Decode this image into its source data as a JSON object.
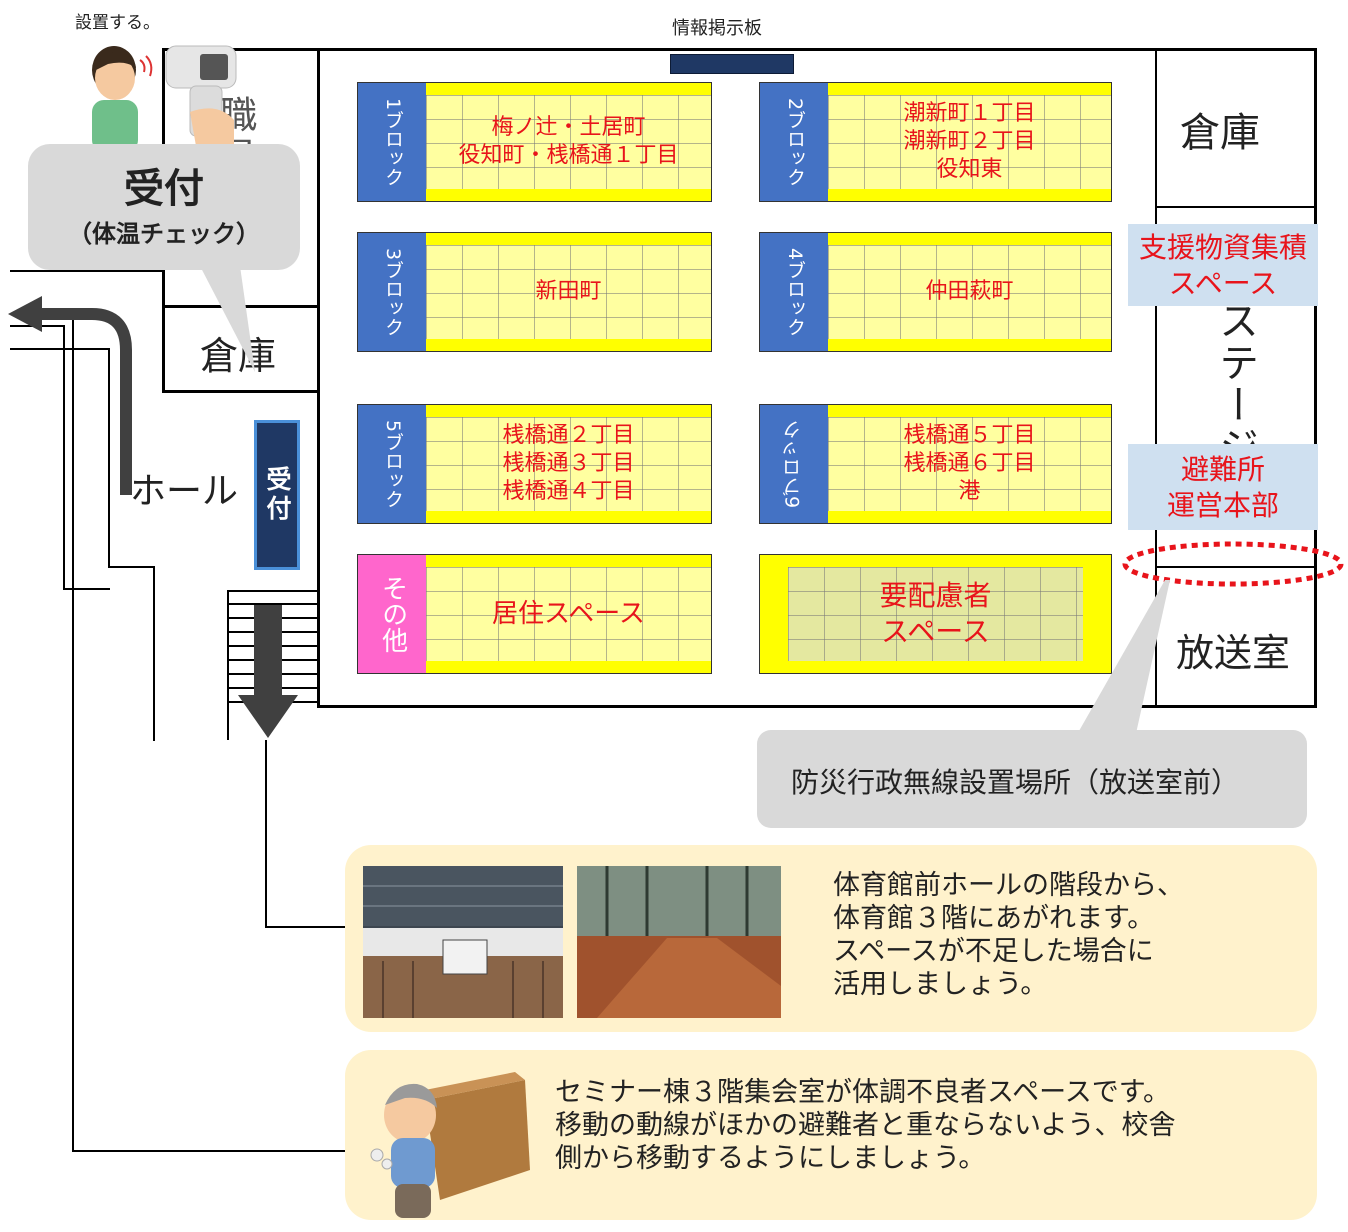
{
  "top_note": "設置する。",
  "info_board": "情報掲示板",
  "staff_room": "職員室",
  "reception_bubble": {
    "title": "受付",
    "subtitle": "（体温チェック）"
  },
  "storage_left": "倉庫",
  "storage_right": "倉庫",
  "hall": "ホール",
  "reception_desk": "受付",
  "stage": "ステージ",
  "broadcast_room": "放送室",
  "relief_supplies": {
    "line1": "支援物資集積",
    "line2": "スペース"
  },
  "hq": {
    "line1": "避難所",
    "line2": "運営本部"
  },
  "radio_note": "防災行政無線設置場所（放送室前）",
  "blocks": [
    {
      "tab": "1ブロック",
      "names": [
        "梅ノ辻・土居町",
        "役知町・桟橋通１丁目"
      ]
    },
    {
      "tab": "2ブロック",
      "names": [
        "潮新町１丁目",
        "潮新町２丁目",
        "役知東"
      ]
    },
    {
      "tab": "3ブロック",
      "names": [
        "新田町"
      ]
    },
    {
      "tab": "4ブロック",
      "names": [
        "仲田萩町"
      ]
    },
    {
      "tab": "5ブロック",
      "names": [
        "桟橋通２丁目",
        "桟橋通３丁目",
        "桟橋通４丁目"
      ]
    },
    {
      "tab": "6ブロック",
      "names": [
        "桟橋通５丁目",
        "桟橋通６丁目",
        "港"
      ]
    },
    {
      "tab": "その他",
      "names": [
        "居住スペース"
      ]
    },
    {
      "tab": "",
      "names": [
        "要配慮者",
        "スペース"
      ]
    }
  ],
  "gym_third_floor": {
    "lines": [
      "体育館前ホールの階段から、",
      "体育館３階にあがれます。",
      "スペースが不足した場合に",
      "活用しましょう。"
    ]
  },
  "sick_space": {
    "lines": [
      "セミナー棟３階集会室が体調不良者スペースです。",
      "移動の動線がほかの避難者と重ならないよう、校舎",
      "側から移動するようにしましょう。"
    ]
  },
  "colors": {
    "block_tab": "#4472c4",
    "other_tab": "#ff66cc",
    "red_text": "#e8141b",
    "desk": "#1f3864",
    "bubble": "#d9d9d9",
    "cream": "#fff2cc",
    "blue_box": "#cfe0f0"
  }
}
